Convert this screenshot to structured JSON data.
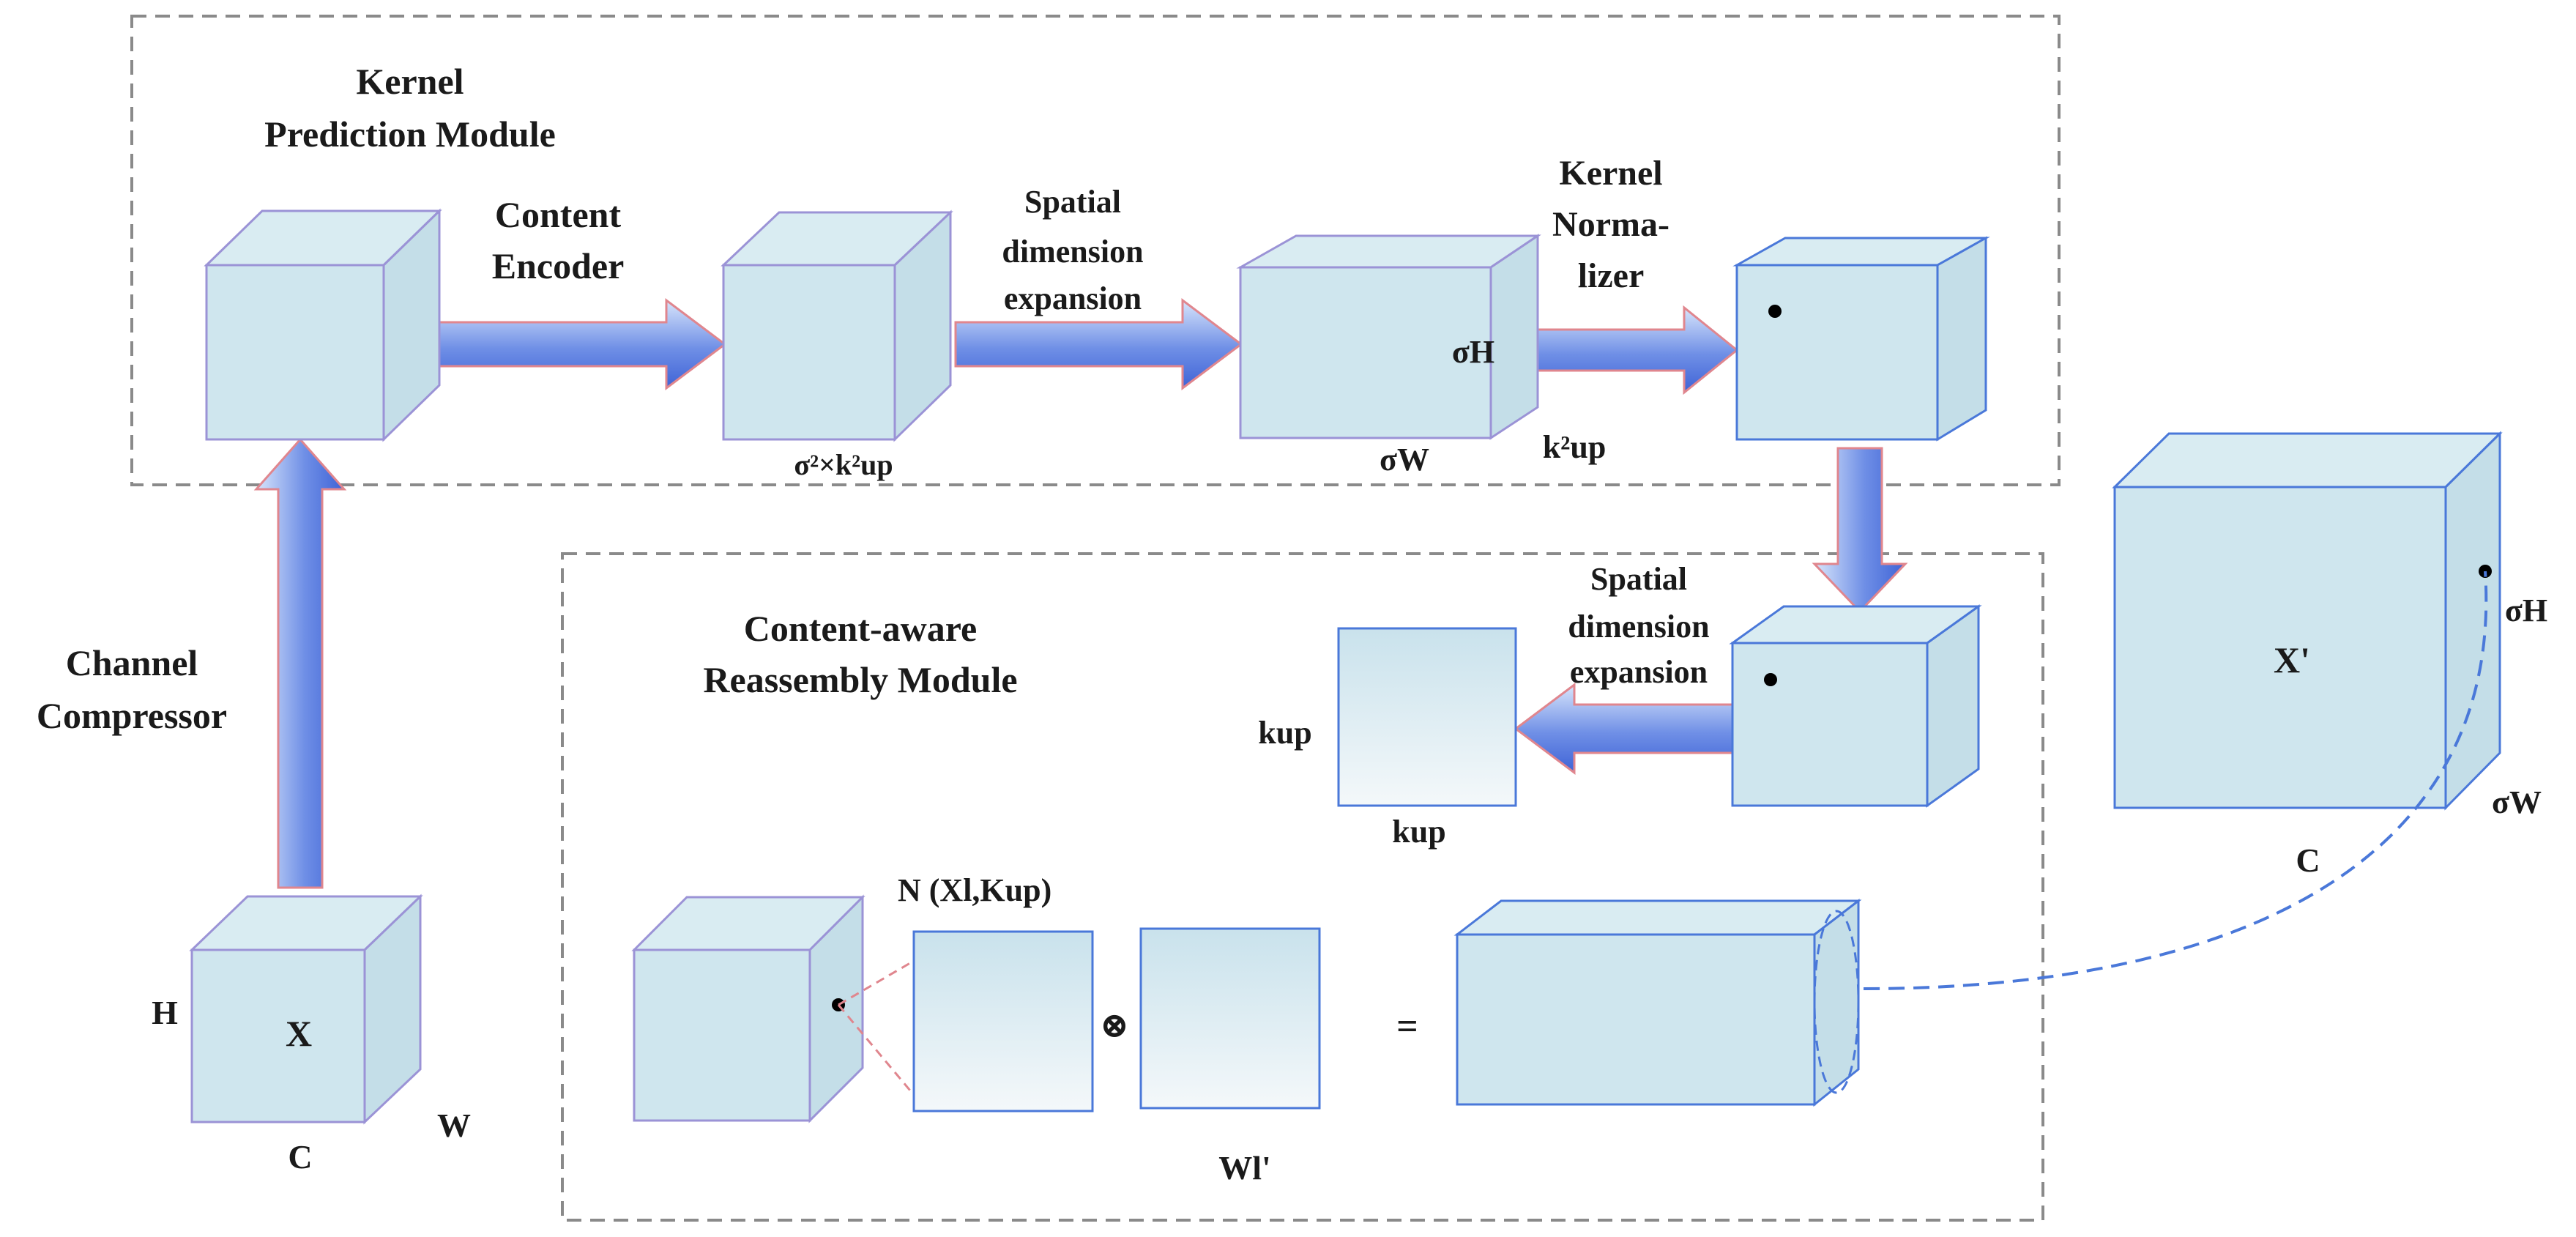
{
  "colors": {
    "box_fill": "#cfe6ee",
    "box_side": "#c4dee8",
    "box_edge": "#5a7de0",
    "box_edge_purple": "#9b93d6",
    "arrow_light": "#d6e3fb",
    "arrow_dark": "#3f63d6",
    "arrow_outline": "#e0868e",
    "dash_frame": "#8a8a8a",
    "dash_curve": "#4a78d9",
    "text": "#1a1a1a"
  },
  "modules": {
    "kernel_prediction": {
      "line1": "Kernel",
      "line2": "Prediction Module"
    },
    "reassembly": {
      "line1": "Content-aware",
      "line2": "Reassembly Module"
    }
  },
  "steps": {
    "content_encoder": {
      "line1": "Content",
      "line2": "Encoder"
    },
    "spatial_expansion_top": {
      "line1": "Spatial",
      "line2": "dimension",
      "line3": "expansion"
    },
    "kernel_normalizer": {
      "line1": "Kernel",
      "line2": "Norma-",
      "line3": "lizer"
    },
    "channel_compressor": {
      "line1": "Channel",
      "line2": "Compressor"
    },
    "spatial_expansion_bottom": {
      "line1": "Spatial",
      "line2": "dimension",
      "line3": "expansion"
    }
  },
  "labels": {
    "x_label": "X",
    "x_h": "H",
    "x_c": "C",
    "x_w": "W",
    "box2_bottom": "σ²×k²up",
    "box3_height": "σH",
    "box3_width": "σW",
    "box3_depth": "k²up",
    "kup_left": "kup",
    "kup_bottom": "kup",
    "n_label": "N  (Xl,Kup)",
    "otimes": "⊗",
    "equals": "=",
    "w_label": "Wl'",
    "xprime_label": "X'",
    "xprime_h": "σH",
    "xprime_w": "σW",
    "xprime_c": "C"
  }
}
